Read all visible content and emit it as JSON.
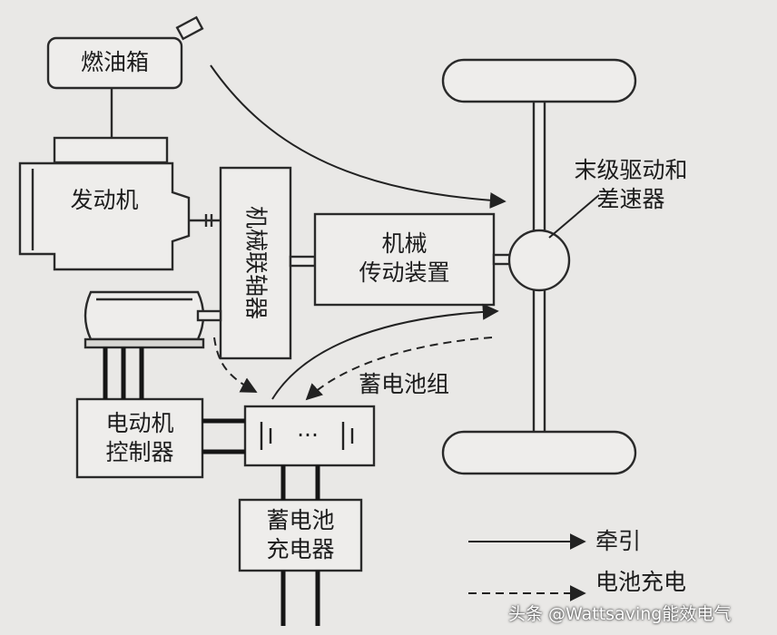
{
  "components": {
    "fuel_tank": "燃油箱",
    "engine": "发动机",
    "coupler": "机械联轴器",
    "transmission": [
      "机械",
      "传动装置"
    ],
    "final_drive": [
      "末级驱动和",
      "差速器"
    ],
    "battery_pack": "蓄电池组",
    "battery_cells": "···",
    "motor_controller": [
      "电动机",
      "控制器"
    ],
    "charger": [
      "蓄电池",
      "充电器"
    ]
  },
  "legend": {
    "traction": "牵引",
    "charging": "电池充电"
  },
  "watermark": "头条 @Wattsaving能效电气",
  "colors": {
    "background": "#e9e8e6",
    "line": "#2a2a2a",
    "box_fill": "#eeedeb"
  }
}
